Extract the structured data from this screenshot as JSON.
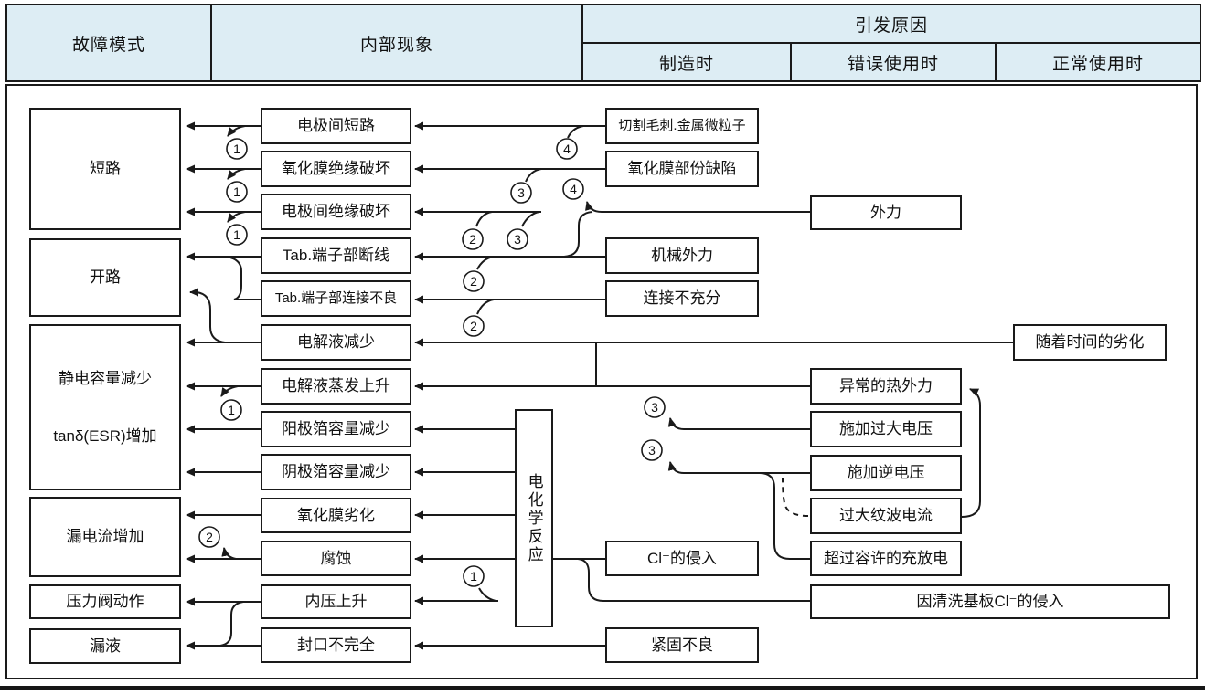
{
  "header": {
    "col_failure_mode": "故障模式",
    "col_internal": "内部现象",
    "col_cause": "引发原因",
    "sub_manufacturing": "制造时",
    "sub_misuse": "错误使用时",
    "sub_normal": "正常使用时"
  },
  "failure_modes": {
    "f1": "短路",
    "f2": "开路",
    "f3a": "静电容量减少",
    "f3b": "tanδ(ESR)增加",
    "f4": "漏电流增加",
    "f5": "压力阀动作",
    "f6": "漏液"
  },
  "phenomena": {
    "p1": "电极间短路",
    "p2": "氧化膜绝缘破坏",
    "p3": "电极间绝缘破坏",
    "p4": "Tab.端子部断线",
    "p5": "Tab.端子部连接不良",
    "p6": "电解液减少",
    "p7": "电解液蒸发上升",
    "p8": "阳极箔容量减少",
    "p9": "阴极箔容量减少",
    "p10": "氧化膜劣化",
    "p11": "腐蚀",
    "p12": "内压上升",
    "p13": "封口不完全",
    "reaction": "电化学反应"
  },
  "causes_manufacturing": {
    "m1": "切割毛刺.金属微粒子",
    "m2": "氧化膜部份缺陷",
    "m3": "机械外力",
    "m4": "连接不充分",
    "m5": "Cl⁻的侵入",
    "m6": "紧固不良"
  },
  "causes_misuse": {
    "e1": "外力",
    "e2": "异常的热外力",
    "e3": "施加过大电压",
    "e4": "施加逆电压",
    "e5": "过大纹波电流",
    "e6": "超过容许的充放电",
    "e7": "因清洗基板Cl⁻的侵入"
  },
  "causes_normal": {
    "n1": "随着时间的劣化"
  },
  "connectors": {
    "c1": "1",
    "c2": "2",
    "c3": "3",
    "c4": "4"
  },
  "colors": {
    "header_bg": "#ddedf4",
    "line": "#1a1a1a"
  }
}
